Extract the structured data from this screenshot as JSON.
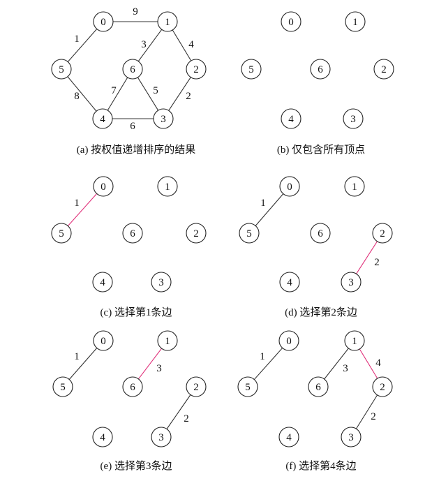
{
  "colors": {
    "normal_edge": "#333333",
    "new_edge": "#e0307a",
    "node_stroke": "#222222"
  },
  "panels": [
    {
      "id": "a",
      "caption": "(a)  按权值递增排序的结果",
      "nodes": [
        "0",
        "1",
        "2",
        "3",
        "4",
        "5",
        "6"
      ],
      "edges": [
        {
          "from": "0",
          "to": "1",
          "weight": "9",
          "highlight": false
        },
        {
          "from": "0",
          "to": "5",
          "weight": "1",
          "highlight": false
        },
        {
          "from": "1",
          "to": "6",
          "weight": "3",
          "highlight": false
        },
        {
          "from": "1",
          "to": "2",
          "weight": "4",
          "highlight": false
        },
        {
          "from": "5",
          "to": "4",
          "weight": "8",
          "highlight": false
        },
        {
          "from": "6",
          "to": "4",
          "weight": "7",
          "highlight": false
        },
        {
          "from": "6",
          "to": "3",
          "weight": "5",
          "highlight": false
        },
        {
          "from": "2",
          "to": "3",
          "weight": "2",
          "highlight": false
        },
        {
          "from": "4",
          "to": "3",
          "weight": "6",
          "highlight": false
        }
      ]
    },
    {
      "id": "b",
      "caption": "(b)  仅包含所有顶点",
      "nodes": [
        "0",
        "1",
        "2",
        "3",
        "4",
        "5",
        "6"
      ],
      "edges": []
    },
    {
      "id": "c",
      "caption": "(c)  选择第1条边",
      "nodes": [
        "0",
        "1",
        "2",
        "3",
        "4",
        "5",
        "6"
      ],
      "edges": [
        {
          "from": "0",
          "to": "5",
          "weight": "1",
          "highlight": true
        }
      ]
    },
    {
      "id": "d",
      "caption": "(d)  选择第2条边",
      "nodes": [
        "0",
        "1",
        "2",
        "3",
        "4",
        "5",
        "6"
      ],
      "edges": [
        {
          "from": "0",
          "to": "5",
          "weight": "1",
          "highlight": false
        },
        {
          "from": "2",
          "to": "3",
          "weight": "2",
          "highlight": true
        }
      ]
    },
    {
      "id": "e",
      "caption": "(e)  选择第3条边",
      "nodes": [
        "0",
        "1",
        "2",
        "3",
        "4",
        "5",
        "6"
      ],
      "edges": [
        {
          "from": "0",
          "to": "5",
          "weight": "1",
          "highlight": false
        },
        {
          "from": "2",
          "to": "3",
          "weight": "2",
          "highlight": false
        },
        {
          "from": "1",
          "to": "6",
          "weight": "3",
          "highlight": true
        }
      ]
    },
    {
      "id": "f",
      "caption": "(f)  选择第4条边",
      "nodes": [
        "0",
        "1",
        "2",
        "3",
        "4",
        "5",
        "6"
      ],
      "edges": [
        {
          "from": "0",
          "to": "5",
          "weight": "1",
          "highlight": false
        },
        {
          "from": "2",
          "to": "3",
          "weight": "2",
          "highlight": false
        },
        {
          "from": "1",
          "to": "6",
          "weight": "3",
          "highlight": false
        },
        {
          "from": "1",
          "to": "2",
          "weight": "4",
          "highlight": true
        }
      ]
    }
  ]
}
